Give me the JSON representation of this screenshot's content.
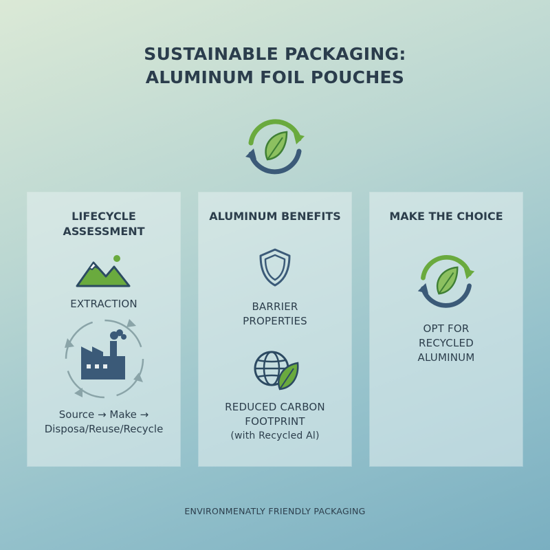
{
  "title": {
    "line1": "SUSTAINABLE PACKAGING:",
    "line2": "ALUMINUM FOIL POUCHES"
  },
  "top_icon": "recycle-leaf-icon",
  "panels": [
    {
      "title_line1": "LIFECYCLE",
      "title_line2": "ASSESSMENT",
      "icons": [
        "mountain-icon",
        "factory-cycle-icon"
      ],
      "extraction": "EXTRACTION",
      "flow_line1": "Source → Make →",
      "flow_line2": "Disposa/Reuse/Recycle"
    },
    {
      "title": "ALUMINUM BENEFITS",
      "icons": [
        "shield-icon",
        "globe-leaf-icon"
      ],
      "barrier_line1": "BARRIER",
      "barrier_line2": "PROPERTIES",
      "carbon_line1": "REDUCED CARBON",
      "carbon_line2": "FOOTPRINT",
      "carbon_line3": "(with Recycled Al)"
    },
    {
      "title": "MAKE THE CHOICE",
      "icons": [
        "recycle-leaf-icon"
      ],
      "choice_line1": "OPT FOR",
      "choice_line2": "RECYCLED",
      "choice_line3": "ALUMINUM"
    }
  ],
  "footer": "ENVIRONMENATLY FRIENDLY PACKAGING",
  "colors": {
    "green": "#6aaa3e",
    "navy": "#3b5a78",
    "text": "#2c3e4c",
    "bg_top": "#dbe9d6",
    "bg_bottom": "#7aafc1"
  }
}
